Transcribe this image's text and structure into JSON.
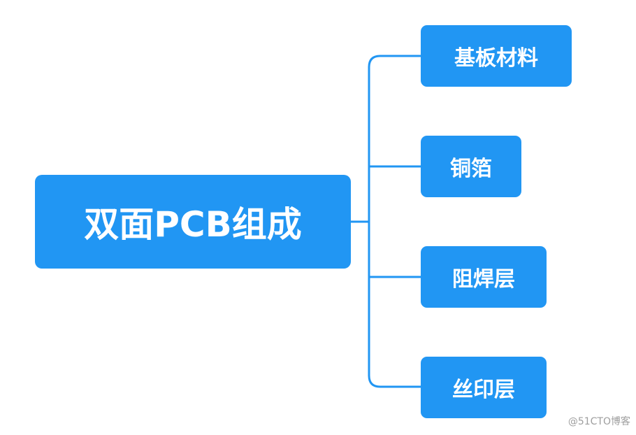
{
  "diagram": {
    "root": {
      "label": "双面PCB组成"
    },
    "children": [
      {
        "label": "基板材料"
      },
      {
        "label": "铜箔"
      },
      {
        "label": "阻焊层"
      },
      {
        "label": "丝印层"
      }
    ],
    "colors": {
      "node_fill": "#2196f3",
      "node_text": "#ffffff",
      "connector": "#2196f3"
    }
  },
  "watermark": "@51CTO博客"
}
